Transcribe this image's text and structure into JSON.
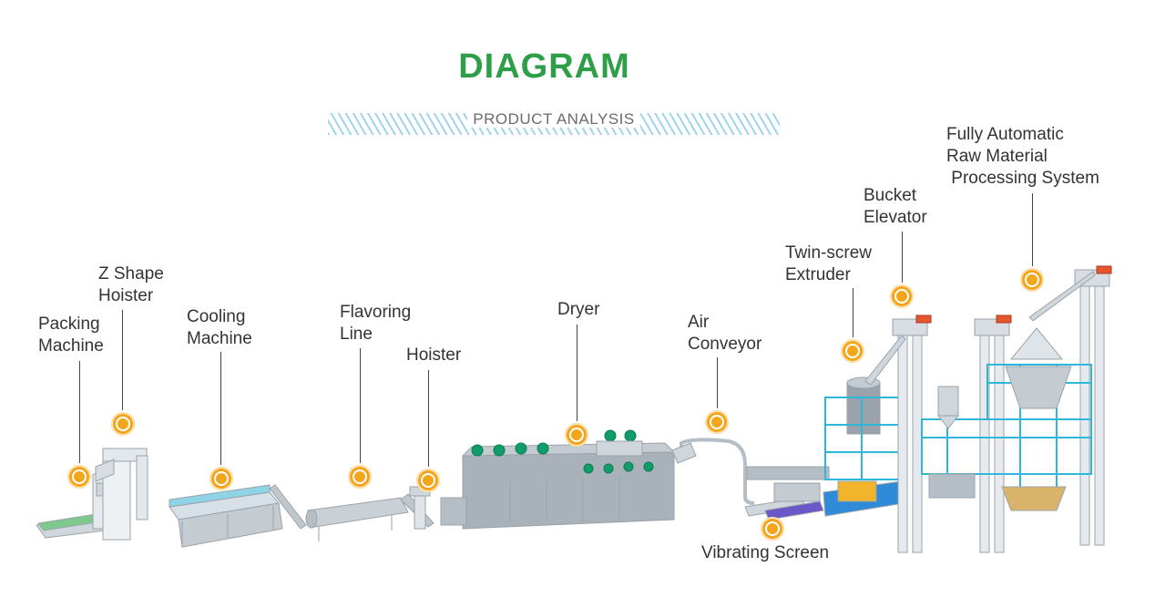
{
  "header": {
    "title": "DIAGRAM",
    "subtitle": "PRODUCT ANALYSIS"
  },
  "colors": {
    "title_green": "#2e9e48",
    "marker_orange": "#f3a51b",
    "frame_blue": "#2fb7d8",
    "accent_red": "#e4572e"
  },
  "components": [
    {
      "id": "packing-machine",
      "label": "Packing\nMachine"
    },
    {
      "id": "z-shape-hoister",
      "label": "Z Shape\nHoister"
    },
    {
      "id": "cooling-machine",
      "label": "Cooling\nMachine"
    },
    {
      "id": "flavoring-line",
      "label": "Flavoring\nLine"
    },
    {
      "id": "hoister",
      "label": "Hoister"
    },
    {
      "id": "dryer",
      "label": "Dryer"
    },
    {
      "id": "air-conveyor",
      "label": "Air\nConveyor"
    },
    {
      "id": "vibrating-screen",
      "label": "Vibrating Screen"
    },
    {
      "id": "twin-screw-extruder",
      "label": "Twin-screw\nExtruder"
    },
    {
      "id": "bucket-elevator",
      "label": "Bucket\nElevator"
    },
    {
      "id": "raw-material-system",
      "label": "Fully Automatic\nRaw Material\n Processing System"
    }
  ]
}
